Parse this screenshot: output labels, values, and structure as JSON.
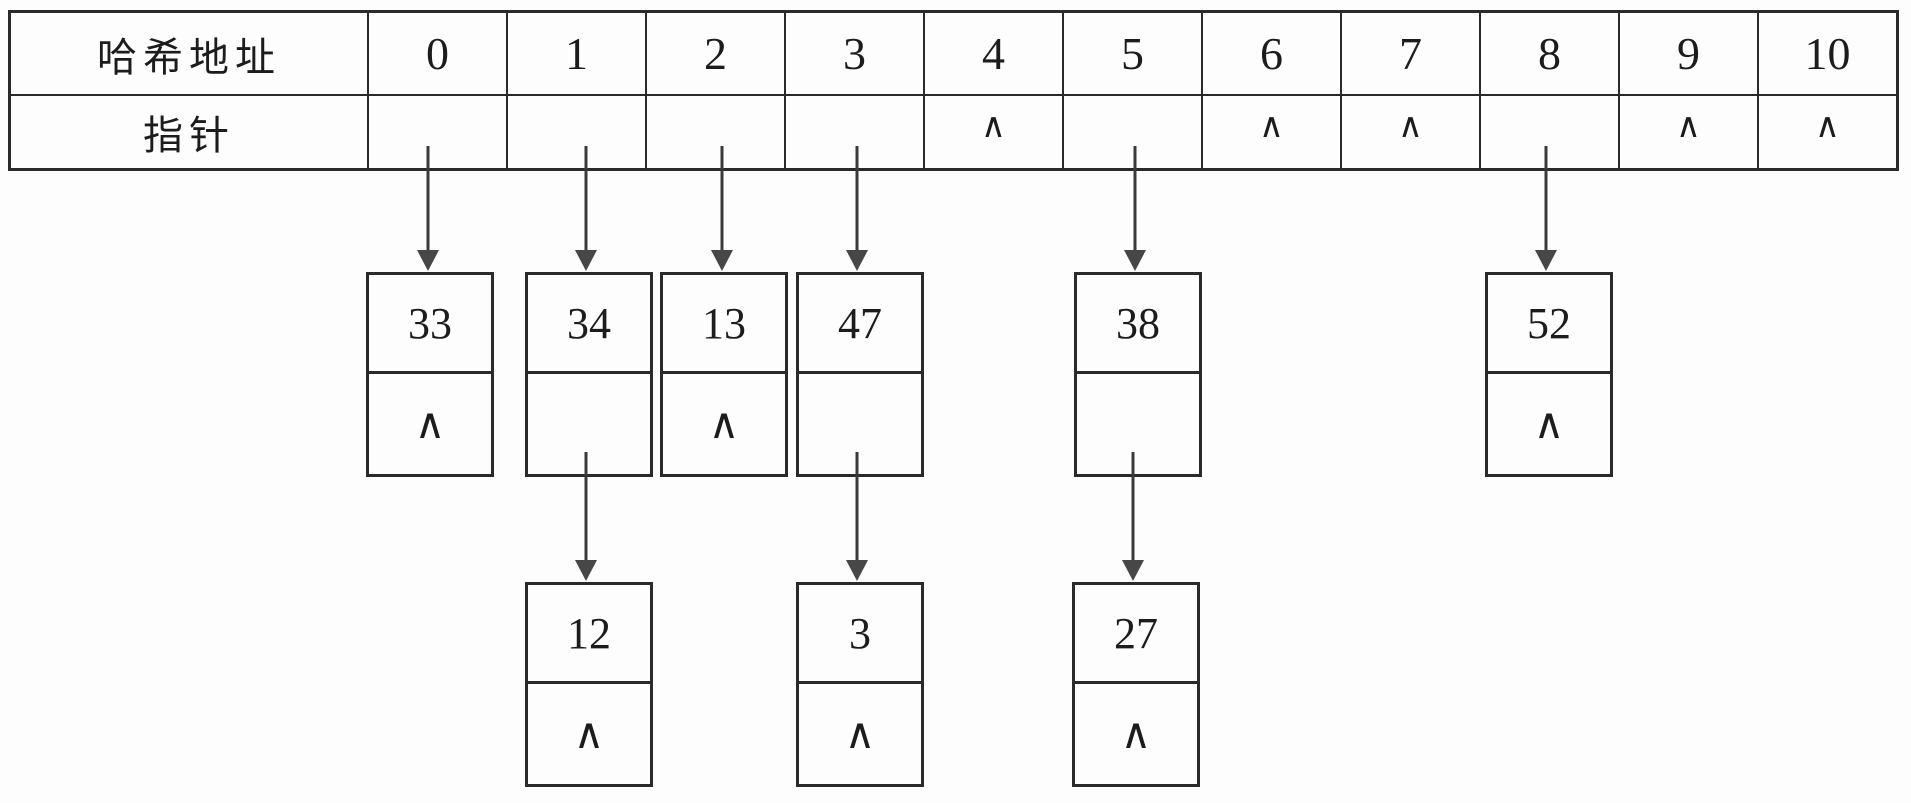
{
  "table": {
    "address_label": "哈希地址",
    "pointer_label": "指针",
    "addresses": [
      "0",
      "1",
      "2",
      "3",
      "4",
      "5",
      "6",
      "7",
      "8",
      "9",
      "10"
    ],
    "pointer_cells": [
      "",
      "",
      "",
      "",
      "∧",
      "",
      "∧",
      "∧",
      "",
      "∧",
      "∧"
    ],
    "null_symbol": "∧"
  },
  "nodes": {
    "n33": {
      "value": "33",
      "next": "∧"
    },
    "n34": {
      "value": "34",
      "next": ""
    },
    "n13": {
      "value": "13",
      "next": "∧"
    },
    "n47": {
      "value": "47",
      "next": ""
    },
    "n38": {
      "value": "38",
      "next": ""
    },
    "n52": {
      "value": "52",
      "next": "∧"
    },
    "n12": {
      "value": "12",
      "next": "∧"
    },
    "n3": {
      "value": "3",
      "next": "∧"
    },
    "n27": {
      "value": "27",
      "next": "∧"
    }
  },
  "chains": [
    {
      "address": "0",
      "values": [
        "33"
      ]
    },
    {
      "address": "1",
      "values": [
        "34",
        "12"
      ]
    },
    {
      "address": "2",
      "values": [
        "13"
      ]
    },
    {
      "address": "3",
      "values": [
        "47",
        "3"
      ]
    },
    {
      "address": "5",
      "values": [
        "38",
        "27"
      ]
    },
    {
      "address": "8",
      "values": [
        "52"
      ]
    }
  ],
  "colors": {
    "line": "#2a2a2a",
    "background": "#fdfdfd",
    "text": "#1c1c1c"
  }
}
